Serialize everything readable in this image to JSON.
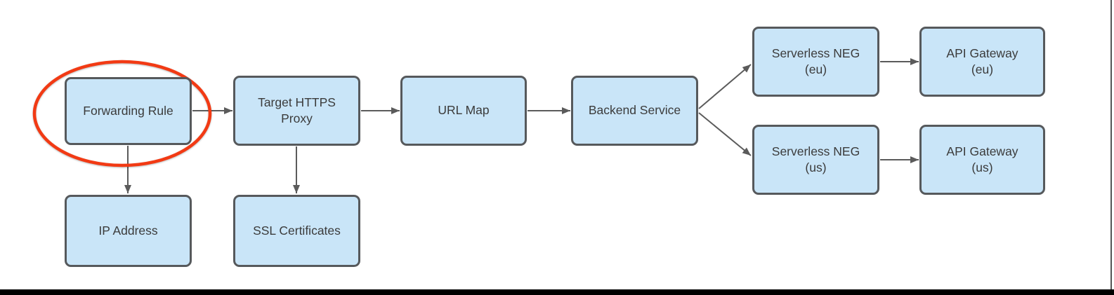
{
  "diagram": {
    "background": "#ffffff",
    "colors": {
      "node_fill": "#c9e5f8",
      "node_border": "#56595c",
      "node_text": "#3b3b3b",
      "arrow": "#5b5b5b",
      "highlight_ellipse": "#f23a14",
      "bottom_bar": "#000000",
      "right_edge_line": "#555555"
    },
    "nodes": [
      {
        "id": "forwarding-rule",
        "label": "Forwarding Rule"
      },
      {
        "id": "target-https-proxy",
        "label": "Target HTTPS\nProxy"
      },
      {
        "id": "url-map",
        "label": "URL Map"
      },
      {
        "id": "backend-service",
        "label": "Backend Service"
      },
      {
        "id": "serverless-neg-eu",
        "label": "Serverless NEG\n(eu)"
      },
      {
        "id": "api-gateway-eu",
        "label": "API Gateway\n(eu)"
      },
      {
        "id": "serverless-neg-us",
        "label": "Serverless NEG\n(us)"
      },
      {
        "id": "api-gateway-us",
        "label": "API Gateway\n(us)"
      },
      {
        "id": "ip-address",
        "label": "IP Address"
      },
      {
        "id": "ssl-certificates",
        "label": "SSL Certificates"
      }
    ],
    "edges": [
      {
        "from": "forwarding-rule",
        "to": "target-https-proxy"
      },
      {
        "from": "forwarding-rule",
        "to": "ip-address"
      },
      {
        "from": "target-https-proxy",
        "to": "url-map"
      },
      {
        "from": "target-https-proxy",
        "to": "ssl-certificates"
      },
      {
        "from": "url-map",
        "to": "backend-service"
      },
      {
        "from": "backend-service",
        "to": "serverless-neg-eu"
      },
      {
        "from": "backend-service",
        "to": "serverless-neg-us"
      },
      {
        "from": "serverless-neg-eu",
        "to": "api-gateway-eu"
      },
      {
        "from": "serverless-neg-us",
        "to": "api-gateway-us"
      }
    ],
    "annotations": [
      {
        "type": "ellipse-highlight",
        "around": "forwarding-rule",
        "color": "#f23a14"
      }
    ]
  }
}
